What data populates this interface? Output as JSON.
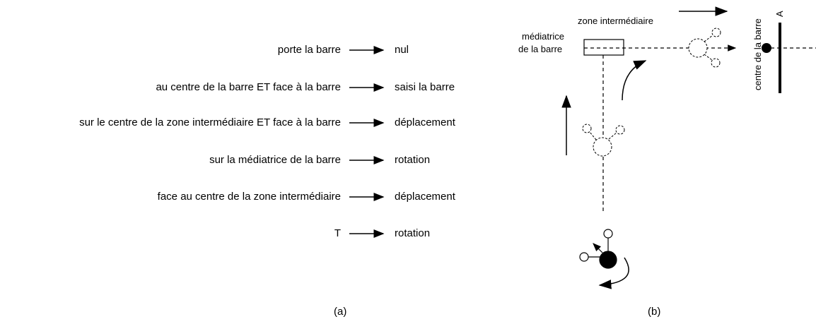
{
  "rules": [
    {
      "condition": "porte la barre",
      "action": "nul"
    },
    {
      "condition": "au centre de la barre ET  face à la barre",
      "action": "saisi la barre"
    },
    {
      "condition": "sur le centre de la zone intermédiaire  ET  face à la barre",
      "action": "déplacement"
    },
    {
      "condition": "sur la médiatrice de la barre",
      "action": "rotation"
    },
    {
      "condition": "face au centre de la zone intermédiaire",
      "action": "déplacement"
    },
    {
      "condition": "T",
      "action": "rotation"
    }
  ],
  "diagram": {
    "zone_label": "zone intermédiaire",
    "mediatrice_line1": "médiatrice",
    "mediatrice_line2": "de la barre",
    "centre_label": "centre de la barre",
    "bar_label": "A"
  },
  "captions": {
    "left": "(a)",
    "right": "(b)"
  }
}
